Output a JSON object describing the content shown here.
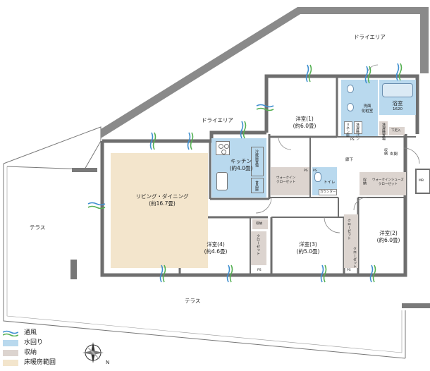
{
  "areas": {
    "terrace_west": "テラス",
    "terrace_south": "テラス",
    "dry_area_north": "ドライエリア",
    "dry_area_mid": "ドライエリア"
  },
  "rooms": {
    "living": {
      "name": "リビング・ダイニング",
      "size": "(約16.7畳)"
    },
    "kitchen": {
      "name": "キッチン",
      "size": "(約4.0畳)"
    },
    "bedroom1": {
      "name": "洋室(1)",
      "size": "(約6.0畳)"
    },
    "bedroom2": {
      "name": "洋室(2)",
      "size": "(約6.0畳)"
    },
    "bedroom3": {
      "name": "洋室(3)",
      "size": "(約5.0畳)"
    },
    "bedroom4": {
      "name": "洋室(4)",
      "size": "(約4.6畳)"
    },
    "washroom": {
      "name": "洗面\n化粧室"
    },
    "bathroom": {
      "name": "浴室",
      "size": "1620"
    },
    "hallway": {
      "name": "廊下"
    },
    "entrance": {
      "name": "玄関"
    },
    "toilet": {
      "name": "トイレ"
    },
    "walkin_closet": {
      "name": "ウォークイン\nクローゼット"
    },
    "walkin_shoes": {
      "name": "ウォークインシューズ\nクローゼット"
    }
  },
  "fixtures": {
    "closet": "クローゼット",
    "storage": "収納",
    "counter": "カウンター",
    "ps": "PS",
    "mb": "MB",
    "shoe_box": "下足入",
    "laundry": "洗濯機置場",
    "fridge": "冷蔵庫置場",
    "food_storage": "食品庫",
    "linen": "リネン庫",
    "washer_pan": "洗濯機パン"
  },
  "legend": [
    {
      "label": "通風",
      "color": "#5aa6d6",
      "icon": "ventilation-wave-icon"
    },
    {
      "label": "水回り",
      "color": "#b9d9ee"
    },
    {
      "label": "収納",
      "color": "#dcd4cf"
    },
    {
      "label": "床暖房範囲",
      "color": "#f3e5cc"
    }
  ],
  "colors": {
    "floor_heating": "#f3e5cc",
    "water": "#b9d9ee",
    "storage": "#dcd4cf",
    "wall": "#6e6e6e",
    "ventilation_blue": "#3f8fd0",
    "ventilation_green": "#55b052"
  },
  "compass": {
    "icon": "compass-rose-icon",
    "north_label": "N"
  }
}
